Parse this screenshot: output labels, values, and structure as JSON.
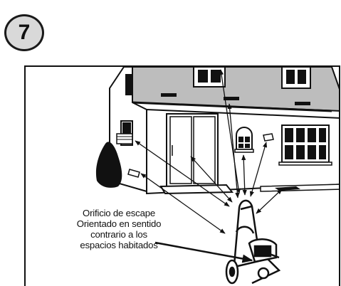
{
  "step": {
    "number": "7"
  },
  "callout": {
    "lines": [
      "Orificio de escape",
      "Orientado en sentido",
      "contrario a los",
      "espacios habitados"
    ]
  },
  "colors": {
    "ink": "#111111",
    "roof": "#bdbdbd",
    "badge_fill": "#d9d9d9"
  },
  "icons": [
    "house-illustration",
    "pressure-washer-illustration",
    "window-icon",
    "vent-icon",
    "door-icon",
    "shrub-icon"
  ]
}
